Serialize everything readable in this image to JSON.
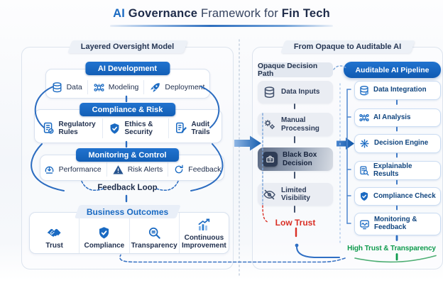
{
  "title": {
    "part1": "AI",
    "part2": "Governance",
    "part3": "Framework for",
    "part4": "Fin Tech"
  },
  "left_panel": {
    "tab": "Layered Oversight Model",
    "groups": [
      {
        "banner": "AI Development",
        "items": [
          {
            "icon": "database-icon",
            "label": "Data"
          },
          {
            "icon": "ai-model-icon",
            "label": "Modeling"
          },
          {
            "icon": "rocket-icon",
            "label": "Deployment"
          }
        ]
      },
      {
        "banner": "Compliance & Risk",
        "items": [
          {
            "icon": "regulatory-doc-icon",
            "label": "Regulatory Rules"
          },
          {
            "icon": "shield-check-icon",
            "label": "Ethics & Security"
          },
          {
            "icon": "audit-doc-icon",
            "label": "Audit Trails"
          }
        ]
      },
      {
        "banner": "Monitoring & Control",
        "items": [
          {
            "icon": "performance-gauge-icon",
            "label": "Performance"
          },
          {
            "icon": "risk-alert-icon",
            "label": "Risk Alerts"
          },
          {
            "icon": "feedback-cycle-icon",
            "label": "Feedback"
          }
        ]
      }
    ],
    "feedback_loop_label": "Feedback Loop",
    "outcomes": {
      "tab": "Business Outcomes",
      "items": [
        {
          "icon": "handshake-icon",
          "label": "Trust"
        },
        {
          "icon": "compliance-shield-icon",
          "label": "Compliance"
        },
        {
          "icon": "transparency-lens-icon",
          "label": "Transparency"
        },
        {
          "icon": "growth-chart-icon",
          "label": "Continuous Improvement"
        }
      ]
    }
  },
  "right_panel": {
    "tab": "From Opaque to Auditable AI",
    "opaque_path": {
      "header": "Opaque Decision Path",
      "steps": [
        {
          "icon": "database-icon",
          "label": "Data Inputs"
        },
        {
          "icon": "gears-icon",
          "label": "Manual Processing"
        },
        {
          "icon": "black-box-icon",
          "label": "Black Box Decision"
        },
        {
          "icon": "eye-off-icon",
          "label": "Limited Visibility"
        }
      ],
      "result": "Low Trust"
    },
    "auditable_pipeline": {
      "header": "Auditable AI Pipeline",
      "steps": [
        {
          "icon": "database-icon",
          "label": "Data Integration"
        },
        {
          "icon": "ai-model-icon",
          "label": "AI Analysis"
        },
        {
          "icon": "decision-gear-icon",
          "label": "Decision Engine"
        },
        {
          "icon": "explainable-doc-icon",
          "label": "Explainable Results"
        },
        {
          "icon": "shield-check-icon",
          "label": "Compliance Check"
        },
        {
          "icon": "monitor-feedback-icon",
          "label": "Monitoring & Feedback"
        }
      ],
      "result": "High Trust & Transparency"
    }
  },
  "colors": {
    "primary_blue": "#1a6ac2",
    "banner_blue": "#1668c4",
    "slate": "#44536e",
    "alert_red": "#d92f25",
    "success_green": "#0d9a4c"
  }
}
